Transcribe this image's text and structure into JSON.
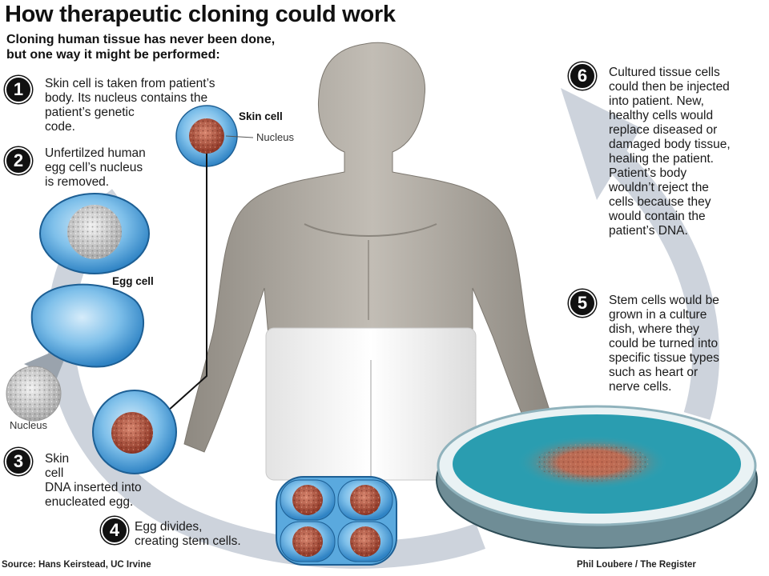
{
  "header": {
    "title": "How therapeutic cloning could work",
    "subtitle": "Cloning human tissue has never been done,\nbut one way it might be performed:"
  },
  "steps": [
    {
      "number": "1",
      "text": "Skin cell is taken from patient’s\nbody. Its nucleus contains the\npatient’s genetic\ncode."
    },
    {
      "number": "2",
      "text": "Unfertilzed human\negg cell’s nucleus\nis removed."
    },
    {
      "number": "3",
      "text": "Skin\ncell\nDNA inserted into\nenucleated egg."
    },
    {
      "number": "4",
      "text": "Egg divides,\ncreating stem cells."
    },
    {
      "number": "5",
      "text": "Stem cells would be\ngrown in a culture\ndish, where they\ncould be turned into\nspecific tissue types\nsuch as heart or\nnerve cells."
    },
    {
      "number": "6",
      "text": "Cultured tissue cells\ncould then be injected\ninto patient. New,\nhealthy cells would\nreplace diseased or\ndamaged body tissue,\nhealing the patient.\nPatient’s body\nwouldn’t reject the\ncells because they\nwould contain the\npatient’s DNA."
    }
  ],
  "labels": {
    "skin_cell": "Skin cell",
    "nucleus_top": "Nucleus",
    "egg_cell": "Egg cell",
    "nucleus_bottom": "Nucleus"
  },
  "footer": {
    "source": "Source: Hans Keirstead, UC Irvine",
    "credit": "Phil Loubere / The Register"
  },
  "colors": {
    "cycle_arrow": "#cdd3dc",
    "cell_blue": "#5aa9de",
    "nucleus_red": "#b0503a",
    "dish_teal": "#2a9db0",
    "skin": "#a9a49c"
  }
}
